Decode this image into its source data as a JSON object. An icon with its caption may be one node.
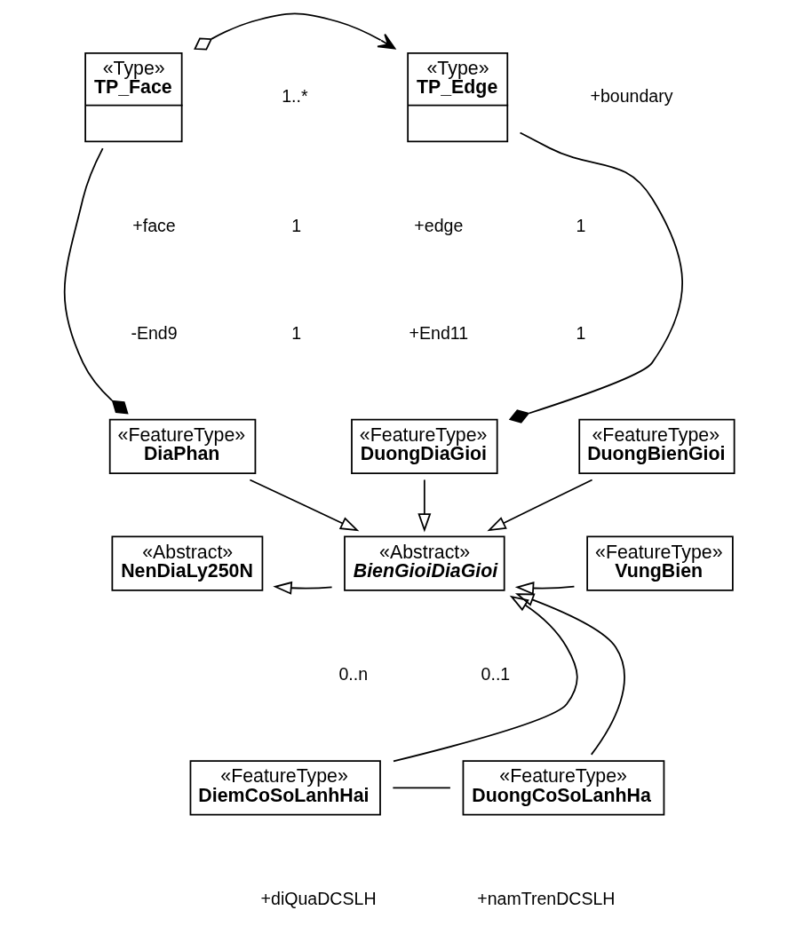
{
  "diagram": {
    "nodes": [
      {
        "text": [
          "«Type»",
          "TP_Face"
        ]
      },
      {
        "text": [
          "«Type»",
          "TP_Edge"
        ]
      },
      {
        "text": [
          "«FeatureType»",
          "DiaPhan"
        ]
      },
      {
        "text": [
          "«FeatureType»",
          "DuongDiaGioi"
        ]
      },
      {
        "text": [
          "«FeatureType»",
          "DuongBienGioi"
        ]
      },
      {
        "text": [
          "«Abstract»",
          "NenDiaLy250N"
        ]
      },
      {
        "text": [
          "«Abstract»",
          "BienGioiDiaGioi"
        ]
      },
      {
        "text": [
          "«FeatureType»",
          "VungBien"
        ]
      },
      {
        "text": [
          "«FeatureType»",
          "DiemCoSoLanhHai"
        ]
      },
      {
        "text": [
          "«FeatureType»",
          "DuongCoSoLanhHa"
        ]
      }
    ],
    "edges": [
      {
        "from": 0,
        "to": 1,
        "arrow": "to"
      },
      {
        "from": 0,
        "to": 2,
        "arrow": "other"
      },
      {
        "from": 1,
        "to": 3,
        "arrow": "other"
      },
      {
        "from": 2,
        "to": 6,
        "arrow": "to"
      },
      {
        "from": 3,
        "to": 6,
        "arrow": "to"
      },
      {
        "from": 4,
        "to": 6,
        "arrow": "to"
      },
      {
        "from": 6,
        "to": 5,
        "arrow": "to"
      },
      {
        "from": 7,
        "to": 6,
        "arrow": "to"
      },
      {
        "from": 8,
        "to": 6,
        "arrow": "to"
      },
      {
        "from": 9,
        "to": 6,
        "arrow": "to"
      },
      {
        "from": 8,
        "to": 9,
        "arrow": "none"
      }
    ],
    "labels": [
      "1..*",
      "+boundary",
      "+face",
      "1",
      "+edge",
      "1",
      "-End9",
      "1",
      "+End11",
      "1",
      "0..n",
      "0..1",
      "+diQuaDCSLH",
      "+namTrenDCSLH"
    ]
  }
}
